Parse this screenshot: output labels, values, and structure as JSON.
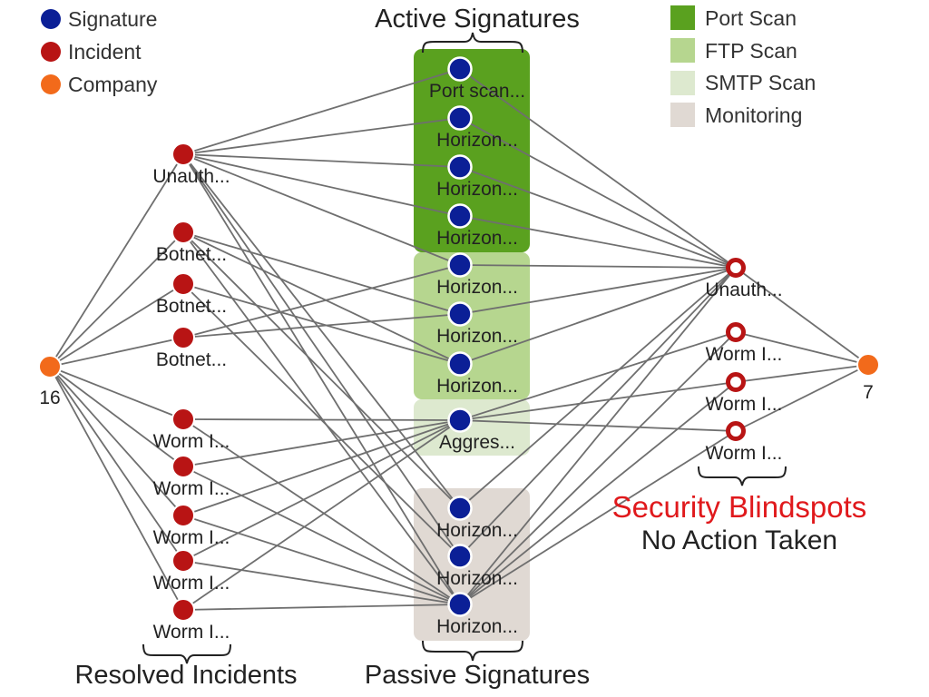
{
  "colors": {
    "signature": "#0b1f96",
    "incident": "#b81414",
    "company": "#f26a1b",
    "port_scan": "#5aa11f",
    "ftp_scan": "#b6d68f",
    "smtp_scan": "#dde9cf",
    "monitoring": "#e0d9d3"
  },
  "legend_nodes": [
    {
      "label": "Signature",
      "color": "#0b1f96"
    },
    {
      "label": "Incident",
      "color": "#b81414"
    },
    {
      "label": "Company",
      "color": "#f26a1b"
    }
  ],
  "legend_groups": [
    {
      "label": "Port Scan",
      "color": "#5aa11f"
    },
    {
      "label": "FTP Scan",
      "color": "#b6d68f"
    },
    {
      "label": "SMTP Scan",
      "color": "#dde9cf"
    },
    {
      "label": "Monitoring",
      "color": "#e0d9d3"
    }
  ],
  "headings": {
    "active": "Active Signatures",
    "passive": "Passive Signatures",
    "resolved": "Resolved Incidents",
    "blindspots_title": "Security Blindspots",
    "blindspots_subtitle": "No Action Taken"
  },
  "left_company": {
    "id": "C1",
    "label": "16"
  },
  "right_company": {
    "id": "C2",
    "label": "7"
  },
  "resolved_incidents": [
    {
      "id": "R1",
      "label": "Unauth..."
    },
    {
      "id": "R2",
      "label": "Botnet..."
    },
    {
      "id": "R3",
      "label": "Botnet..."
    },
    {
      "id": "R4",
      "label": "Botnet..."
    },
    {
      "id": "R5",
      "label": "Worm I..."
    },
    {
      "id": "R6",
      "label": "Worm I..."
    },
    {
      "id": "R7",
      "label": "Worm I..."
    },
    {
      "id": "R8",
      "label": "Worm I..."
    },
    {
      "id": "R9",
      "label": "Worm I..."
    }
  ],
  "signatures": [
    {
      "id": "S1",
      "label": "Port scan...",
      "group": "port_scan"
    },
    {
      "id": "S2",
      "label": "Horizon...",
      "group": "port_scan"
    },
    {
      "id": "S3",
      "label": "Horizon...",
      "group": "port_scan"
    },
    {
      "id": "S4",
      "label": "Horizon...",
      "group": "port_scan"
    },
    {
      "id": "S5",
      "label": "Horizon...",
      "group": "ftp_scan"
    },
    {
      "id": "S6",
      "label": "Horizon...",
      "group": "ftp_scan"
    },
    {
      "id": "S7",
      "label": "Horizon...",
      "group": "ftp_scan"
    },
    {
      "id": "S8",
      "label": "Aggres...",
      "group": "smtp_scan"
    },
    {
      "id": "S9",
      "label": "Horizon...",
      "group": "monitoring"
    },
    {
      "id": "S10",
      "label": "Horizon...",
      "group": "monitoring"
    },
    {
      "id": "S11",
      "label": "Horizon...",
      "group": "monitoring"
    }
  ],
  "blindspot_incidents": [
    {
      "id": "U1",
      "label": "Unauth..."
    },
    {
      "id": "U2",
      "label": "Worm I..."
    },
    {
      "id": "U3",
      "label": "Worm I..."
    },
    {
      "id": "U4",
      "label": "Worm I..."
    }
  ],
  "edges": [
    [
      "C1",
      "R1"
    ],
    [
      "C1",
      "R2"
    ],
    [
      "C1",
      "R3"
    ],
    [
      "C1",
      "R4"
    ],
    [
      "C1",
      "R5"
    ],
    [
      "C1",
      "R6"
    ],
    [
      "C1",
      "R7"
    ],
    [
      "C1",
      "R8"
    ],
    [
      "C1",
      "R9"
    ],
    [
      "R1",
      "S1"
    ],
    [
      "R1",
      "S2"
    ],
    [
      "R1",
      "S3"
    ],
    [
      "R1",
      "S4"
    ],
    [
      "R1",
      "S5"
    ],
    [
      "R1",
      "S9"
    ],
    [
      "R1",
      "S10"
    ],
    [
      "R1",
      "S11"
    ],
    [
      "R2",
      "S6"
    ],
    [
      "R2",
      "S7"
    ],
    [
      "R2",
      "S9"
    ],
    [
      "R2",
      "S11"
    ],
    [
      "R3",
      "S7"
    ],
    [
      "R3",
      "S10"
    ],
    [
      "R4",
      "S5"
    ],
    [
      "R4",
      "S6"
    ],
    [
      "R5",
      "S8"
    ],
    [
      "R5",
      "S11"
    ],
    [
      "R6",
      "S8"
    ],
    [
      "R6",
      "S11"
    ],
    [
      "R7",
      "S8"
    ],
    [
      "R7",
      "S11"
    ],
    [
      "R8",
      "S8"
    ],
    [
      "R8",
      "S11"
    ],
    [
      "R9",
      "S8"
    ],
    [
      "R9",
      "S11"
    ],
    [
      "S1",
      "U1"
    ],
    [
      "S2",
      "U1"
    ],
    [
      "S3",
      "U1"
    ],
    [
      "S4",
      "U1"
    ],
    [
      "S5",
      "U1"
    ],
    [
      "S6",
      "U1"
    ],
    [
      "S7",
      "U1"
    ],
    [
      "S8",
      "U2"
    ],
    [
      "S8",
      "U3"
    ],
    [
      "S8",
      "U4"
    ],
    [
      "S9",
      "U1"
    ],
    [
      "S10",
      "U1"
    ],
    [
      "S11",
      "U1"
    ],
    [
      "S11",
      "U2"
    ],
    [
      "S11",
      "U3"
    ],
    [
      "S11",
      "U4"
    ],
    [
      "U1",
      "C2"
    ],
    [
      "U2",
      "C2"
    ],
    [
      "U3",
      "C2"
    ],
    [
      "U4",
      "C2"
    ]
  ]
}
